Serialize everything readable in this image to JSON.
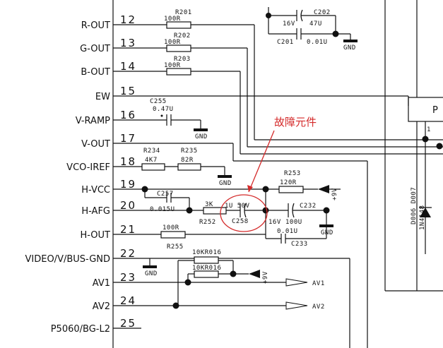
{
  "pins": [
    {
      "label": "R-OUT",
      "number": "12"
    },
    {
      "label": "G-OUT",
      "number": "13"
    },
    {
      "label": "B-OUT",
      "number": "14"
    },
    {
      "label": "EW",
      "number": "15"
    },
    {
      "label": "V-RAMP",
      "number": "16"
    },
    {
      "label": "V-OUT",
      "number": "17"
    },
    {
      "label": "VCO-IREF",
      "number": "18"
    },
    {
      "label": "H-VCC",
      "number": "19"
    },
    {
      "label": "H-AFG",
      "number": "20"
    },
    {
      "label": "H-OUT",
      "number": "21"
    },
    {
      "label": "VIDEO/V/BUS-GND",
      "number": "22"
    },
    {
      "label": "AV1",
      "number": "23"
    },
    {
      "label": "AV2",
      "number": "24"
    },
    {
      "label": "P5060/BG-L2",
      "number": "25"
    }
  ],
  "components": {
    "r201": {
      "ref": "R201",
      "value": "100R"
    },
    "r202": {
      "ref": "R202",
      "value": "100R"
    },
    "r203": {
      "ref": "R203",
      "value": "100R"
    },
    "c202": {
      "ref": "C202",
      "value": "47U",
      "voltage": "16V"
    },
    "c201": {
      "ref": "C201",
      "value": "0.01U"
    },
    "c255": {
      "ref": "C255",
      "value": "0.47U"
    },
    "r234": {
      "ref": "R234",
      "value": "4K7"
    },
    "r235": {
      "ref": "R235",
      "value": "82R"
    },
    "r253": {
      "ref": "R253",
      "value": "120R"
    },
    "c257": {
      "ref": "C257",
      "value": "0.015U"
    },
    "r252": {
      "ref": "R252",
      "value": "3K"
    },
    "c258": {
      "ref": "C258",
      "value": "1U 50V"
    },
    "c232": {
      "ref": "C232",
      "value": "100U",
      "voltage": "16V"
    },
    "c233": {
      "ref": "C233",
      "value": "0.01U"
    },
    "r255": {
      "ref": "R255",
      "value": "100R"
    },
    "r10a": {
      "value": "10KR016"
    },
    "r10b": {
      "value": "10KR016"
    },
    "d007": {
      "ref": "D006 D007",
      "type": "1N4148"
    }
  },
  "labels": {
    "gnd": "GND",
    "supply": "+9V",
    "av1_arrow": "AV1",
    "av2_arrow": "AV2",
    "fault_note": "故障元件",
    "ic_p": "P",
    "ic_pin1": "1"
  },
  "colors": {
    "annotation": "#d42a2a",
    "line": "#111111"
  }
}
